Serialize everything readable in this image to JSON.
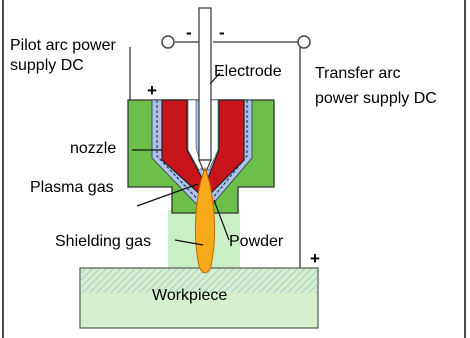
{
  "diagram": {
    "labels": {
      "pilot_arc_line1": "Pilot arc power",
      "pilot_arc_line2": "supply DC",
      "transfer_arc_line1": "Transfer arc",
      "transfer_arc_line2": "power supply DC",
      "electrode": "Electrode",
      "nozzle": "nozzle",
      "plasma_gas": "Plasma gas",
      "shielding_gas": "Shielding gas",
      "powder": "Powder",
      "workpiece": "Workpiece"
    },
    "polarity": {
      "pilot_minus_left": "-",
      "pilot_minus_right": "-",
      "pilot_plus": "+",
      "transfer_plus": "+"
    },
    "colors": {
      "nozzle_body": "#6cc04a",
      "inner_nozzle": "#c8151b",
      "powder_channel": "#a9c3ea",
      "shielding_gas": "#c9efc4",
      "plasma_arc": "#f7a81b",
      "electrode": "#ffffff",
      "workpiece": "#d4f0cc",
      "wires": "#555555"
    }
  }
}
